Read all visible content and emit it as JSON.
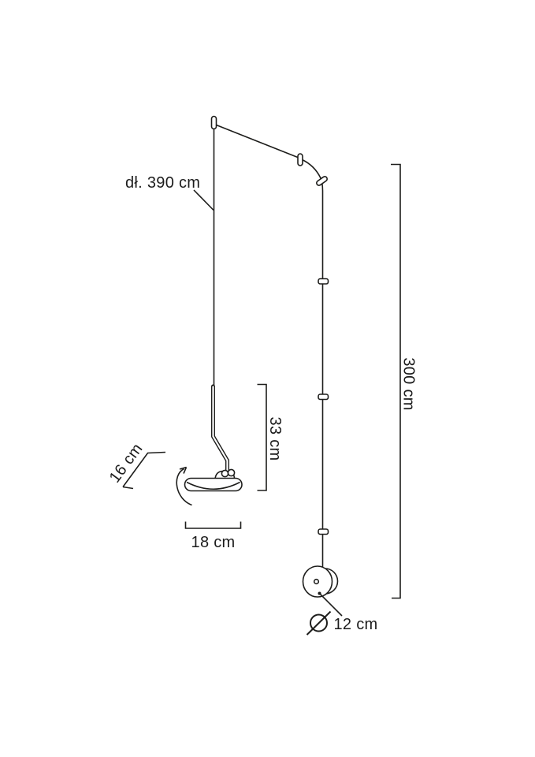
{
  "figure": {
    "type": "lamp-dimension-drawing",
    "background": "#ffffff",
    "line_color": "#1d1d1b"
  },
  "labels": {
    "cable_length": "dł. 390 cm",
    "arm_height": "33 cm",
    "shade_width": "18 cm",
    "shade_depth": "16 cm",
    "total_height": "300 cm",
    "canopy_diameter": "12 cm"
  }
}
